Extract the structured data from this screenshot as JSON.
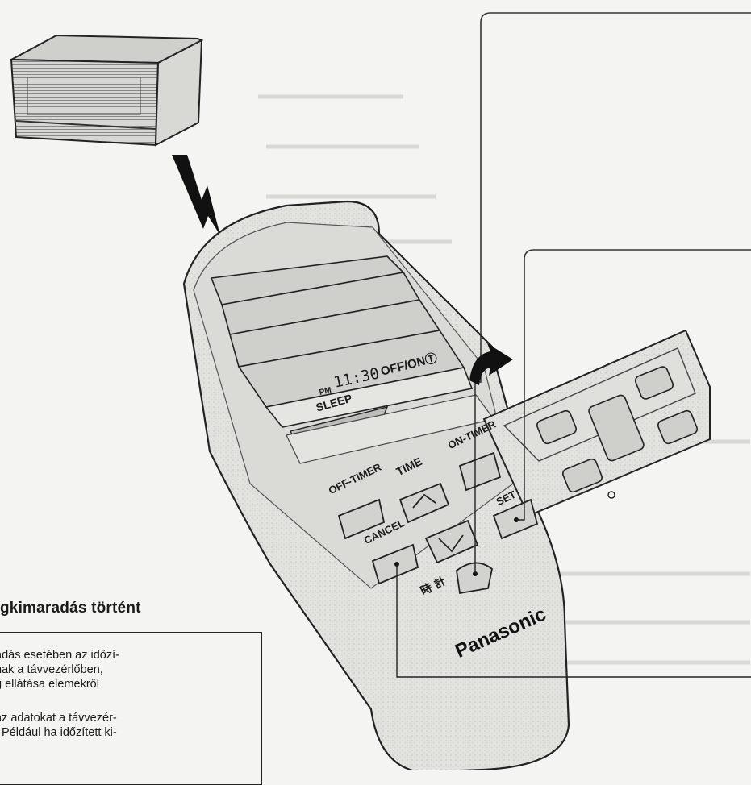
{
  "remote": {
    "display_time": "11:30",
    "display_pm": "PM",
    "display_offon": "OFF/ONⓉ",
    "sleep_label": "SLEEP",
    "time_label": "TIME",
    "on_timer_label": "ON-TIMER",
    "off_timer_label": "OFF-TIMER",
    "set_label": "SET",
    "cancel_label": "CANCEL",
    "clock_label": "時 計",
    "brand": "Panasonic"
  },
  "note": {
    "heading": "gkimaradás történt",
    "lines": [
      "adás esetében az időzí-",
      "nak a távvezérlőben,",
      "g ellátása elemekről",
      "",
      "az adatokat a távvezér-",
      ". Például ha időzített ki-"
    ]
  },
  "icons": [
    "air-conditioner-icon",
    "lightning-signal-icon",
    "open-cover-arrow-icon"
  ]
}
